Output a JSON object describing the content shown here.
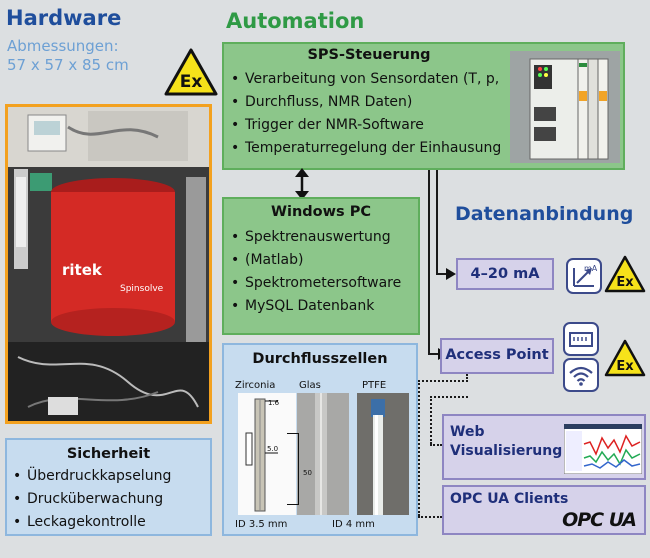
{
  "hardware": {
    "title": "Hardware",
    "dims_label": "Abmessungen:",
    "dims_value": "57 x 57 x 85 cm",
    "photo_brand": "ritek",
    "photo_model": "Spinsolve"
  },
  "automation": {
    "title": "Automation"
  },
  "sps": {
    "title": "SPS-Steuerung",
    "items": [
      "Verarbeitung von Sensordaten (T, p,",
      "Durchfluss, NMR Daten)",
      "Trigger der NMR-Software",
      "Temperaturregelung der Einhausung"
    ]
  },
  "pc": {
    "title": "Windows PC",
    "items": [
      "Spektrenauswertung",
      "(Matlab)",
      "Spektrometersoftware",
      "MySQL Datenbank"
    ]
  },
  "flow": {
    "title": "Durchflusszellen",
    "labels": [
      "Zirconia",
      "Glas",
      "PTFE"
    ],
    "dim_top": "1.6",
    "dim_mid": "5.0",
    "dim_len": "50",
    "id_left": "ID 3.5 mm",
    "id_right": "ID 4 mm"
  },
  "safety": {
    "title": "Sicherheit",
    "items": [
      "Überdruckkapselung",
      "Drucküberwachung",
      "Leckagekontrolle"
    ]
  },
  "data": {
    "title": "Datenanbindung",
    "analog": "4–20 mA",
    "analog_icon_unit": "mA",
    "access": "Access Point",
    "web_line1": "Web",
    "web_line2": "Visualisierung",
    "opc": "OPC UA Clients",
    "opc_logo": "OPC UA"
  },
  "ex_mark": "Ex",
  "colors": {
    "accent_blue": "#1f4e9c",
    "accent_green": "#2f9a45",
    "box_green": "#8cc68a",
    "ex_yellow": "#f6e21a"
  }
}
